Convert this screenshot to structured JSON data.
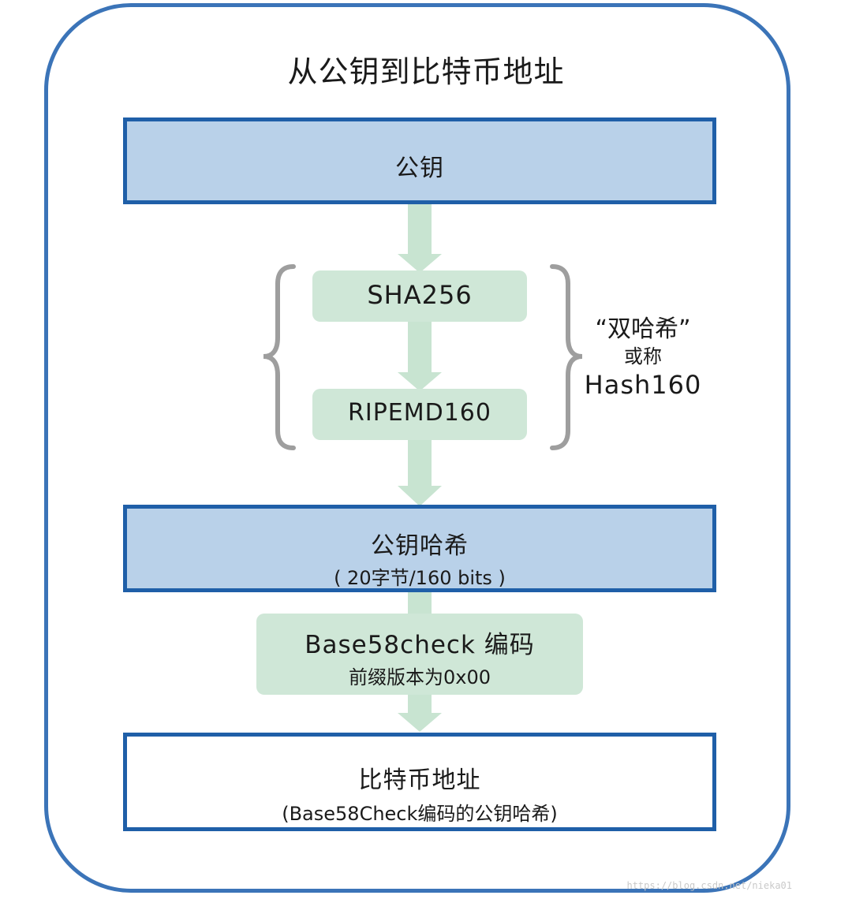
{
  "title": "从公钥到比特币地址",
  "nodes": {
    "public_key": {
      "label": "公钥"
    },
    "sha256": {
      "label": "SHA256"
    },
    "ripemd160": {
      "label": "RIPEMD160"
    },
    "pubkey_hash": {
      "label": "公钥哈希",
      "sub": "( 20字节/160 bits )"
    },
    "base58check": {
      "label": "Base58check 编码",
      "sub": "前缀版本为0x00"
    },
    "bitcoin_address": {
      "label": "比特币地址",
      "sub": "(Base58Check编码的公钥哈希)"
    }
  },
  "double_hash_note": {
    "line1": "“双哈希”",
    "line2": "或称",
    "line3": "Hash160"
  },
  "watermark": "https://blog.csdn.net/nieka01",
  "colors": {
    "frame": "#3b74b8",
    "blue_box_fill": "#b9d1e9",
    "blue_box_border": "#1f5fa8",
    "green_box_fill": "#cfe7d7",
    "arrow": "#c8e4d1",
    "brace": "#9e9e9e"
  }
}
